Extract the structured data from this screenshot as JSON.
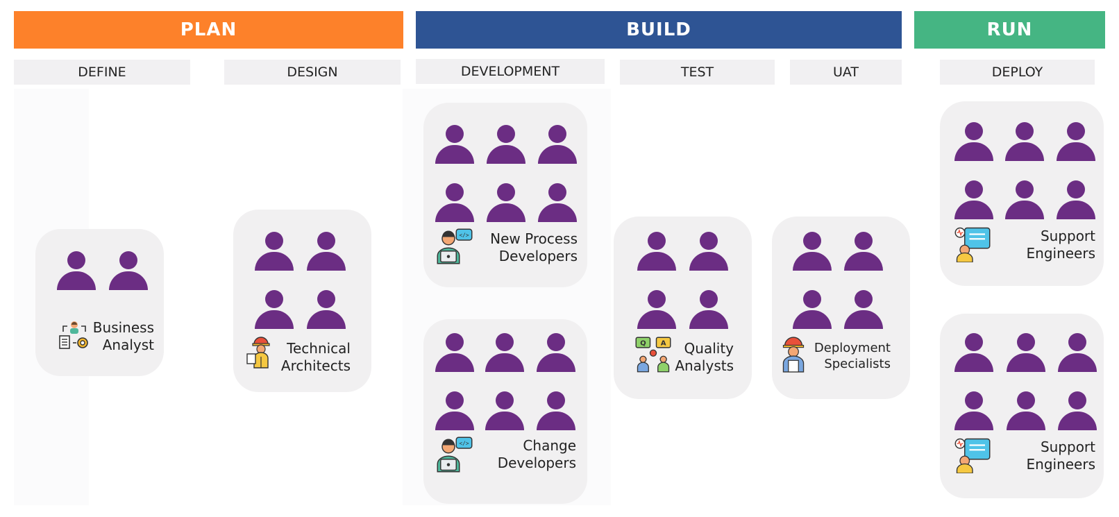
{
  "phases": {
    "plan": {
      "label": "PLAN",
      "color": "#fd812a"
    },
    "build": {
      "label": "BUILD",
      "color": "#2e5494"
    },
    "run": {
      "label": "RUN",
      "color": "#45b583"
    }
  },
  "stages": {
    "define": "DEFINE",
    "design": "DESIGN",
    "development": "DEVELOPMENT",
    "test": "TEST",
    "uat": "UAT",
    "deploy": "DEPLOY"
  },
  "person_color": "#6b2d83",
  "roles": {
    "business_analyst": {
      "label": "Business\nAnalyst",
      "count": 2,
      "icon": "business-analyst-icon"
    },
    "technical_architects": {
      "label": "Technical\nArchitects",
      "count": 4,
      "icon": "architect-icon"
    },
    "new_process_developers": {
      "label": "New Process\nDevelopers",
      "count": 6,
      "icon": "developer-icon"
    },
    "change_developers": {
      "label": "Change\nDevelopers",
      "count": 6,
      "icon": "developer-icon"
    },
    "quality_analysts": {
      "label": "Quality\nAnalysts",
      "count": 4,
      "icon": "qa-icon"
    },
    "deployment_specialists": {
      "label": "Deployment\nSpecialists",
      "count": 4,
      "icon": "deployment-icon"
    },
    "support_engineers_1": {
      "label": "Support\nEngineers",
      "count": 6,
      "icon": "support-icon"
    },
    "support_engineers_2": {
      "label": "Support\nEngineers",
      "count": 6,
      "icon": "support-icon"
    }
  }
}
